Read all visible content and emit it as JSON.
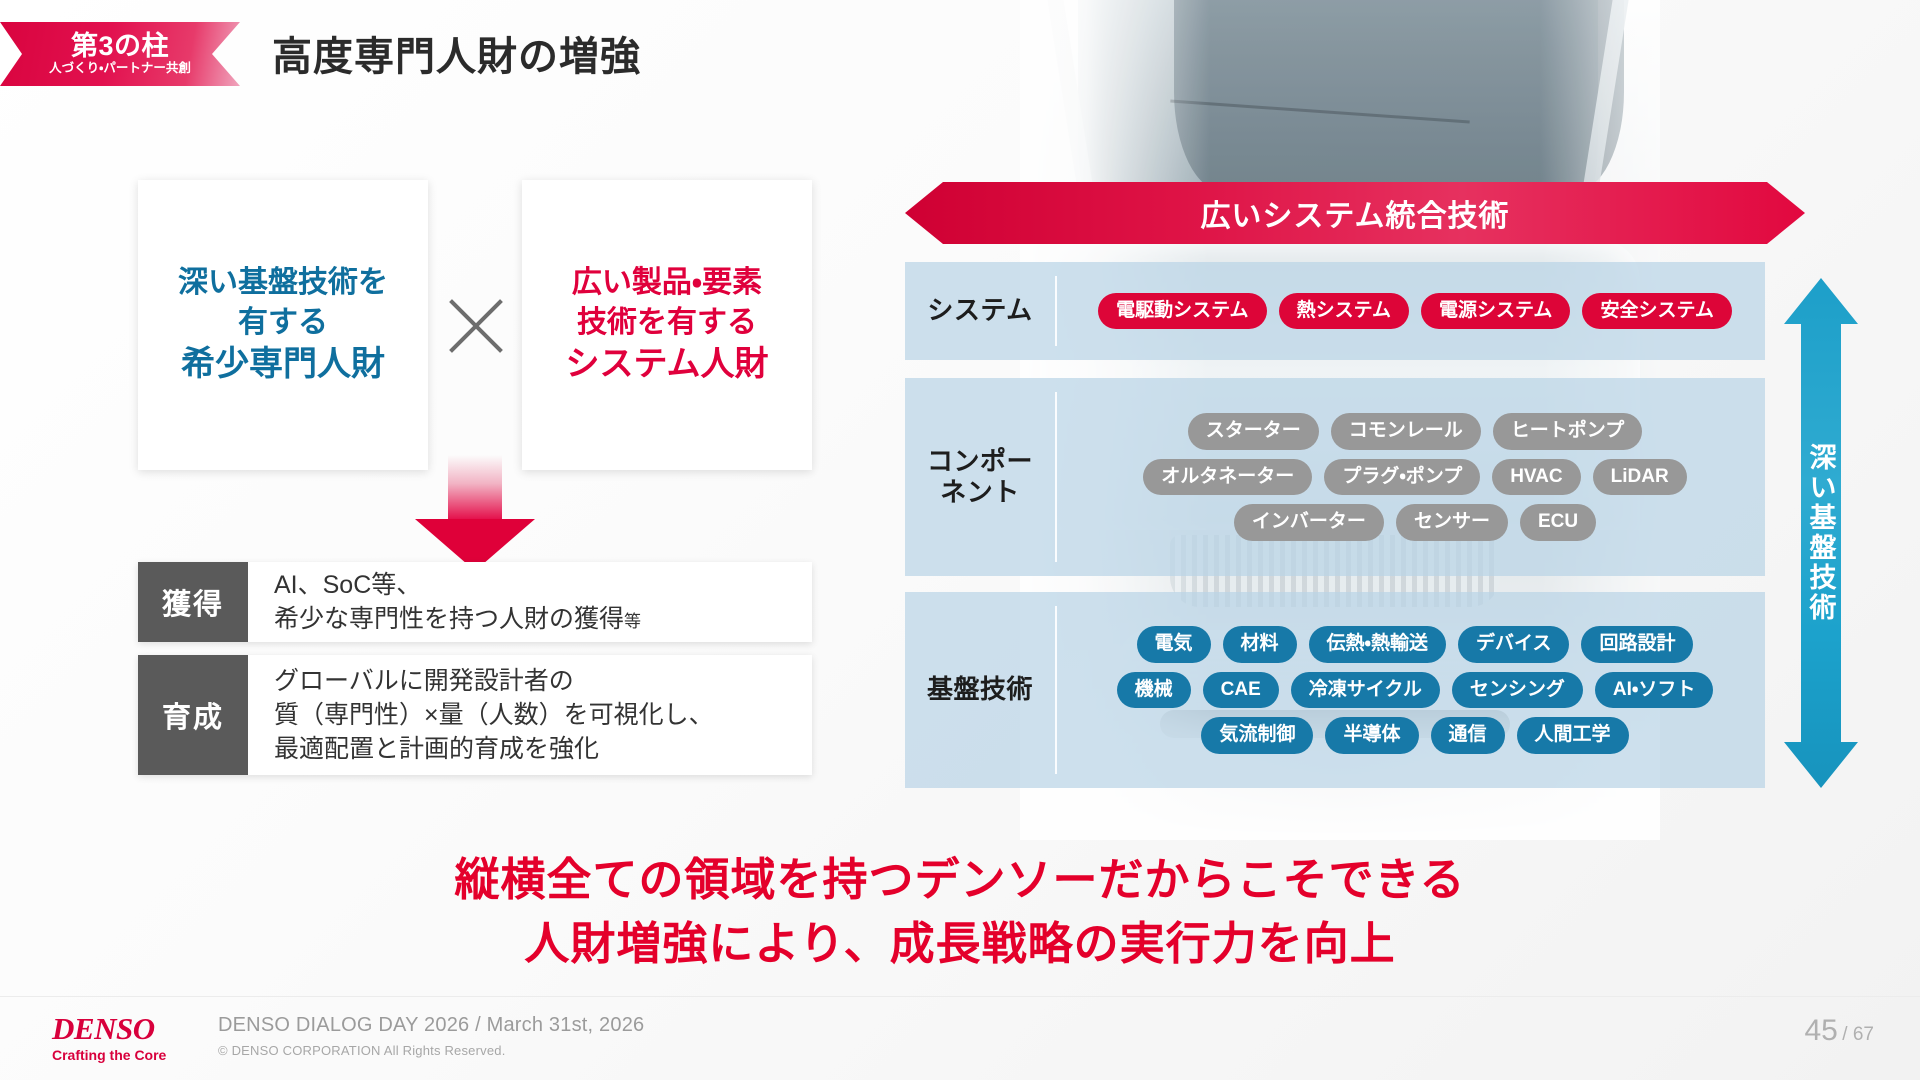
{
  "header": {
    "ribbon_main": "第3の柱",
    "ribbon_sub": "人づくり・パートナー共創",
    "title": "高度専門人財の増強"
  },
  "left": {
    "card_deep": {
      "line1": "深い基盤技術を",
      "line2": "有する",
      "line3": "希少専門人財"
    },
    "multiply_symbol": "×",
    "card_wide": {
      "line1": "広い製品・要素",
      "line2": "技術を有する",
      "line3": "システム人財"
    },
    "rows": [
      {
        "key": "獲得",
        "line1": "AI、SoC等、",
        "line2": "希少な専門性を持つ人財の獲得",
        "suffix": "等"
      },
      {
        "key": "育成",
        "line1": "グローバルに開発設計者の",
        "line2": "質（専門性）×量（人数）を可視化し、",
        "line3": "最適配置と計画的育成を強化"
      }
    ]
  },
  "diagram": {
    "top_arrow_label": "広いシステム統合技術",
    "side_arrow_label": "深い基盤技術",
    "bands": [
      {
        "label": "システム",
        "color": "#dd0538",
        "style": "red",
        "rows": [
          [
            "電駆動システム",
            "熱システム",
            "電源システム",
            "安全システム"
          ]
        ]
      },
      {
        "label": "コンポー\nネント",
        "label_line1": "コンポー",
        "label_line2": "ネント",
        "color": "#989898",
        "style": "gray",
        "rows": [
          [
            "スターター",
            "コモンレール",
            "ヒートポンプ"
          ],
          [
            "オルタネーター",
            "プラグ・ポンプ",
            "HVAC",
            "LiDAR"
          ],
          [
            "インバーター",
            "センサー",
            "ECU"
          ]
        ]
      },
      {
        "label": "基盤技術",
        "color": "#1779a8",
        "style": "blue",
        "rows": [
          [
            "電気",
            "材料",
            "伝熱・熱輸送",
            "デバイス",
            "回路設計"
          ],
          [
            "機械",
            "CAE",
            "冷凍サイクル",
            "センシング",
            "AI・ソフト"
          ],
          [
            "気流制御",
            "半導体",
            "通信",
            "人間工学"
          ]
        ]
      }
    ]
  },
  "message": {
    "line1": "縦横全ての領域を持つデンソーだからこそできる",
    "line2": "人財増強により、成長戦略の実行力を向上"
  },
  "footer": {
    "logo_main": "DENSO",
    "logo_sub": "Crafting the Core",
    "event": "DENSO DIALOG DAY 2026 / March 31st, 2026",
    "copyright": "© DENSO CORPORATION All Rights Reserved.",
    "page_current": "45",
    "page_total": "/ 67"
  },
  "colors": {
    "denso_red": "#e4002b",
    "accent_blue": "#1779a8",
    "band_bg": "#bad4e6",
    "gray_key": "#5a5a5a"
  }
}
